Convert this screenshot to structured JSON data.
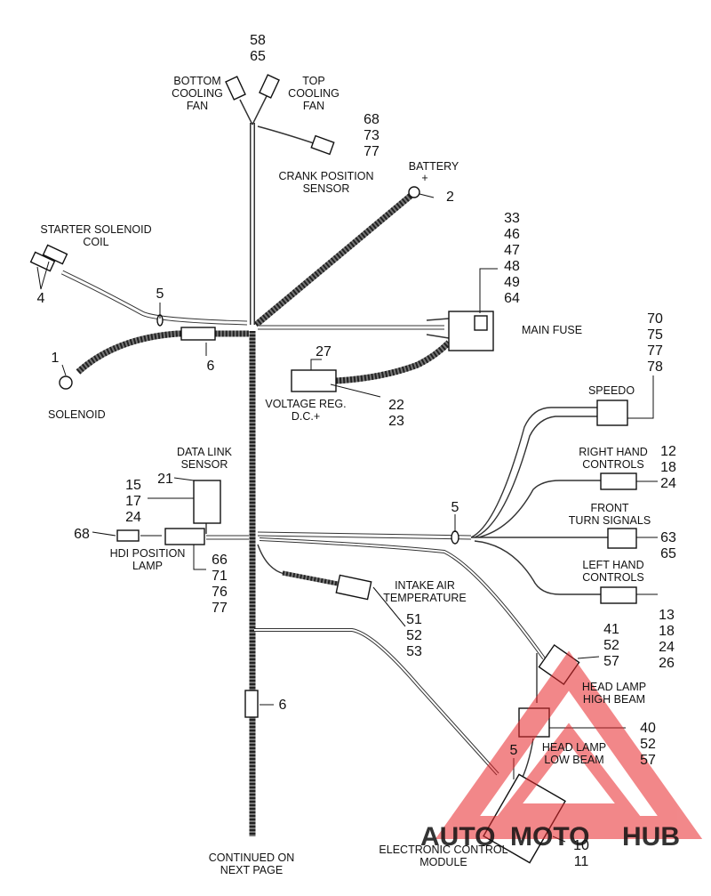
{
  "diagram": {
    "top_connector": {
      "numbers": [
        "58",
        "65"
      ]
    },
    "bottom_cooling_fan": {
      "label": "BOTTOM\nCOOLING\nFAN"
    },
    "top_cooling_fan": {
      "label": "TOP\nCOOLING\nFAN"
    },
    "crank_position_sensor": {
      "label": "CRANK POSITION\nSENSOR",
      "numbers": [
        "68",
        "73",
        "77"
      ]
    },
    "battery": {
      "label": "BATTERY",
      "polarity": "+",
      "number": "2"
    },
    "starter_solenoid_coil": {
      "label": "STARTER SOLENOID\nCOIL",
      "number": "4"
    },
    "main_fuse": {
      "label": "MAIN FUSE",
      "numbers": [
        "33",
        "46",
        "47",
        "48",
        "49",
        "64"
      ]
    },
    "voltage_regulator": {
      "label": "VOLTAGE REG.\nD.C.+",
      "numbers_top": [
        "27"
      ],
      "numbers": [
        "22",
        "23"
      ]
    },
    "solenoid": {
      "label": "SOLENOID",
      "number": "1"
    },
    "callout_5_upper": "5",
    "callout_6_upper": "6",
    "speedo": {
      "label": "SPEEDO",
      "numbers": [
        "70",
        "75",
        "77",
        "78"
      ]
    },
    "data_link_sensor": {
      "label": "DATA LINK\nSENSOR",
      "number": "21",
      "numbers": [
        "15",
        "17",
        "24"
      ]
    },
    "right_hand_controls": {
      "label": "RIGHT HAND\nCONTROLS",
      "numbers": [
        "12",
        "18",
        "24"
      ]
    },
    "callout_5_mid": "5",
    "front_turn_signals": {
      "label": "FRONT\nTURN SIGNALS",
      "numbers": [
        "63",
        "65"
      ]
    },
    "hdi_position_lamp": {
      "label": "HDI POSITION\nLAMP",
      "number": "68",
      "numbers": [
        "66",
        "71",
        "76",
        "77"
      ]
    },
    "left_hand_controls": {
      "label": "LEFT HAND\nCONTROLS",
      "numbers": [
        "13",
        "18",
        "24",
        "26"
      ]
    },
    "intake_air_temperature": {
      "label": "INTAKE AIR\nTEMPERATURE",
      "numbers": [
        "51",
        "52",
        "53"
      ]
    },
    "head_lamp_high_beam": {
      "label": "HEAD LAMP\nHIGH BEAM",
      "numbers": [
        "41",
        "52",
        "57"
      ]
    },
    "callout_6_lower": "6",
    "head_lamp_low_beam": {
      "label": "HEAD LAMP\nLOW BEAM",
      "numbers": [
        "40",
        "52",
        "57"
      ]
    },
    "callout_5_lower": "5",
    "electronic_control_module": {
      "label": "ELECTRONIC CONTROL\nMODULE",
      "numbers": [
        "10",
        "11"
      ]
    },
    "continued": "CONTINUED ON\nNEXT PAGE"
  },
  "watermark": {
    "text_auto": "AUTO",
    "text_moto": "MOTO",
    "text_hub": "HUB",
    "color_yellow": "#f5b400",
    "color_red": "#e8262a",
    "color_gray": "#4a4a4a"
  }
}
